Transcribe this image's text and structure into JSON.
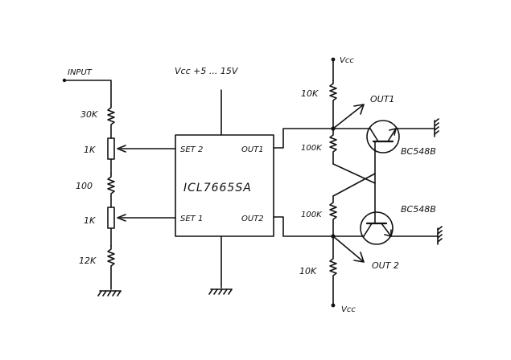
{
  "labels": {
    "input": "INPUT",
    "vcc_top_ic": "Vcc +5 ... 15V",
    "vcc_right_top": "Vcc",
    "vcc_right_bottom": "Vcc",
    "r_30k": "30K",
    "r_1k_a": "1K",
    "r_100": "100",
    "r_1k_b": "1K",
    "r_12k": "12K",
    "ic_name": "ICL7665SA",
    "pin_set2": "SET 2",
    "pin_set1": "SET 1",
    "pin_out1": "OUT1",
    "pin_out2": "OUT2",
    "r_10k_top": "10K",
    "r_100k_a": "100K",
    "r_100k_b": "100K",
    "r_10k_bottom": "10K",
    "out1": "OUT1",
    "out2": "OUT 2",
    "q1": "BC548B",
    "q2": "BC548B"
  }
}
